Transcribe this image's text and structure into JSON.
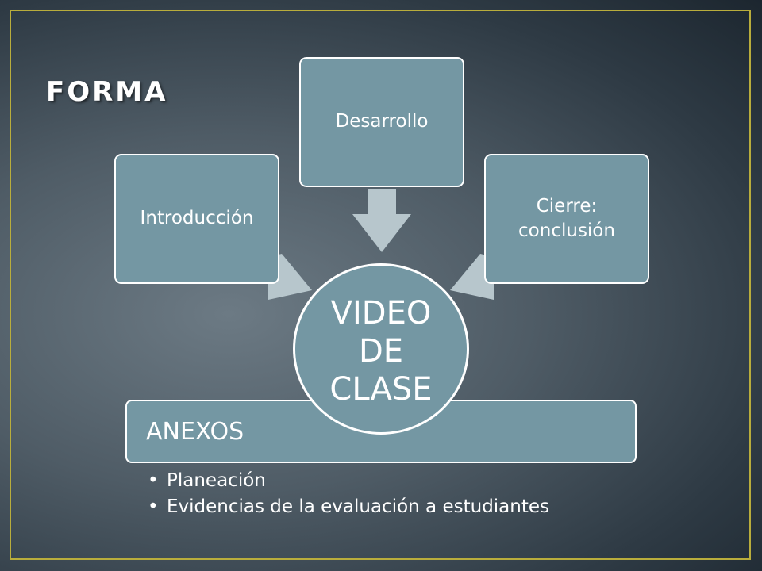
{
  "title": "FORMA",
  "nodes": {
    "intro": "Introducción",
    "desarrollo": "Desarrollo",
    "cierre_line1": "Cierre:",
    "cierre_line2": "conclusión",
    "center_line1": "VIDEO",
    "center_line2": "DE",
    "center_line3": "CLASE",
    "anexos": "ANEXOS"
  },
  "bullets": [
    "Planeación",
    "Evidencias de la evaluación a estudiantes"
  ],
  "colors": {
    "node_fill": "#7497a3",
    "arrow_fill": "#b7c6cc",
    "frame": "#b9ad3c"
  }
}
